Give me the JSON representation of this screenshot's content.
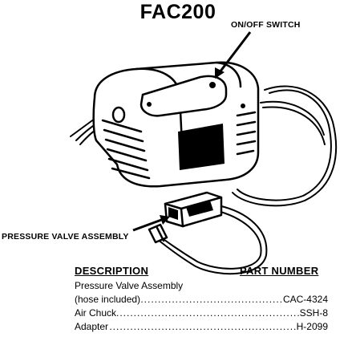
{
  "title": "FAC200",
  "callouts": {
    "switch": "ON/OFF SWITCH",
    "valve": "PRESSURE VALVE ASSEMBLY"
  },
  "parts_table": {
    "header_description": "DESCRIPTION",
    "header_part_number": "PART NUMBER",
    "rows": [
      {
        "description": "Pressure Valve Assembly",
        "part_number": ""
      },
      {
        "description": "(hose included)",
        "part_number": "CAC-4324"
      },
      {
        "description": "Air Chuck",
        "part_number": "SSH-8"
      },
      {
        "description": "Adapter",
        "part_number": "H-2099"
      }
    ]
  }
}
